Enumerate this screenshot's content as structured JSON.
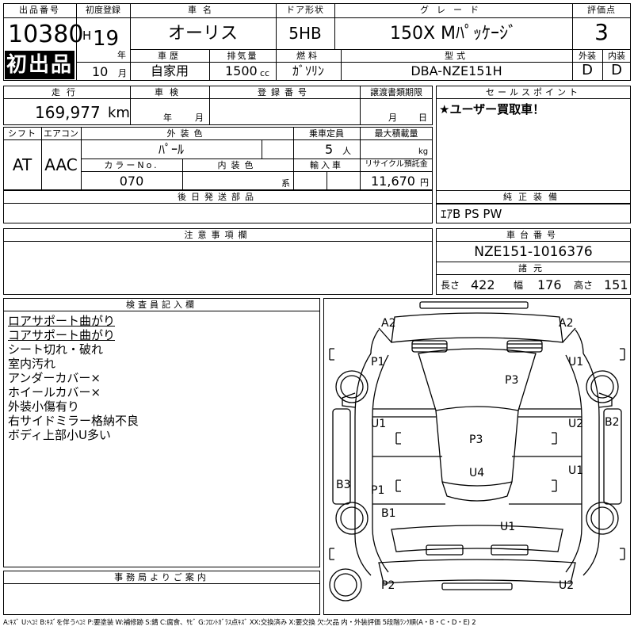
{
  "header": {
    "lot_label": "出品番号",
    "lot_number": "10380",
    "first_listing": "初出品",
    "reg_label": "初度登録",
    "era": "H",
    "year": "19",
    "year_unit": "年",
    "month": "10",
    "month_unit": "月",
    "name_label": "車名",
    "car_name": "オーリス",
    "door_label": "ドア形状",
    "door": "5HB",
    "grade_label": "グレード",
    "grade": "150X Mﾊﾟｯｹｰｼﾞ",
    "score_label": "評価点",
    "score": "3",
    "history_label": "車歴",
    "history": "自家用",
    "displacement_label": "排気量",
    "displacement": "1500",
    "displacement_unit": "cc",
    "fuel_label": "燃料",
    "fuel": "ｶﾞｿﾘﾝ",
    "model_label": "型式",
    "model": "DBA-NZE151H",
    "exterior_label": "外装",
    "exterior": "D",
    "interior_label": "内装",
    "interior": "D"
  },
  "row2": {
    "mileage_label": "走行",
    "mileage": "169,977",
    "mileage_unit": "km",
    "inspection_label": "車検",
    "inspection_year_unit": "年",
    "inspection_month_unit": "月",
    "reg_no_label": "登録番号",
    "transfer_label": "譲渡書類期限",
    "transfer_month_unit": "月",
    "transfer_day_unit": "日",
    "sales_label": "セールスポイント",
    "sales_text": "★ユーザー買取車！"
  },
  "row3": {
    "shift_label": "シフト",
    "shift": "AT",
    "aircon_label": "エアコン",
    "aircon": "AAC",
    "color_label": "外装色",
    "color": "ﾊﾟｰﾙ",
    "capacity_label": "乗車定員",
    "capacity": "5",
    "capacity_unit": "人",
    "load_label": "最大積載量",
    "load_unit": "kg",
    "color_no_label": "カラーNo.",
    "color_no": "070",
    "int_color_label": "内装色",
    "int_color_unit": "系",
    "import_label": "輸入車",
    "recycle_label": "リサイクル預託金",
    "recycle": "11,670",
    "recycle_unit": "円",
    "later_parts_label": "後日発送部品",
    "equipment_label": "純正装備",
    "equipment": "ｴｱB PS PW"
  },
  "notes": {
    "caution_label": "注意事項欄",
    "chassis_label": "車台番号",
    "chassis": "NZE151-1016376",
    "dims_label": "諸元",
    "length_label": "長さ",
    "length": "422",
    "width_label": "幅",
    "width": "176",
    "height_label": "高さ",
    "height": "151"
  },
  "inspector": {
    "label": "検査員記入欄",
    "lines": [
      "ロアサポート曲がり",
      "コアサポート曲がり",
      "シート切れ・破れ",
      "室内汚れ",
      "アンダーカバー×",
      "ホイールカバー×",
      "外装小傷有り",
      "右サイドミラー格納不良",
      "ボディ上部小U多い"
    ]
  },
  "office": {
    "label": "事務局よりご案内"
  },
  "diagram": {
    "marks": {
      "a2_left": "A2",
      "a2_right": "A2",
      "p1_top": "P1",
      "p3_top": "P3",
      "u1_right_top": "U1",
      "u1_left": "U1",
      "u2_right": "U2",
      "b2": "B2",
      "p3_mid": "P3",
      "u4": "U4",
      "u1_right_mid": "U1",
      "b3": "B3",
      "p1_low": "P1",
      "b1": "B1",
      "u1_low": "U1",
      "p2": "P2",
      "u2_low": "U2"
    }
  },
  "legend": "A:ｷｽﾞ U:ﾍｺﾐ B:ｷｽﾞを伴うﾍｺﾐ P:要塗装 W:補修跡 S:錆 C:腐食、ｻﾋﾞ G:ﾌﾛﾝﾄｶﾞﾗｽ点ｷｽﾞ XX:交換済み X:要交換 欠:欠品 内・外装評価 5段階ﾗﾝｸ順(A・B・C・D・E) 2"
}
